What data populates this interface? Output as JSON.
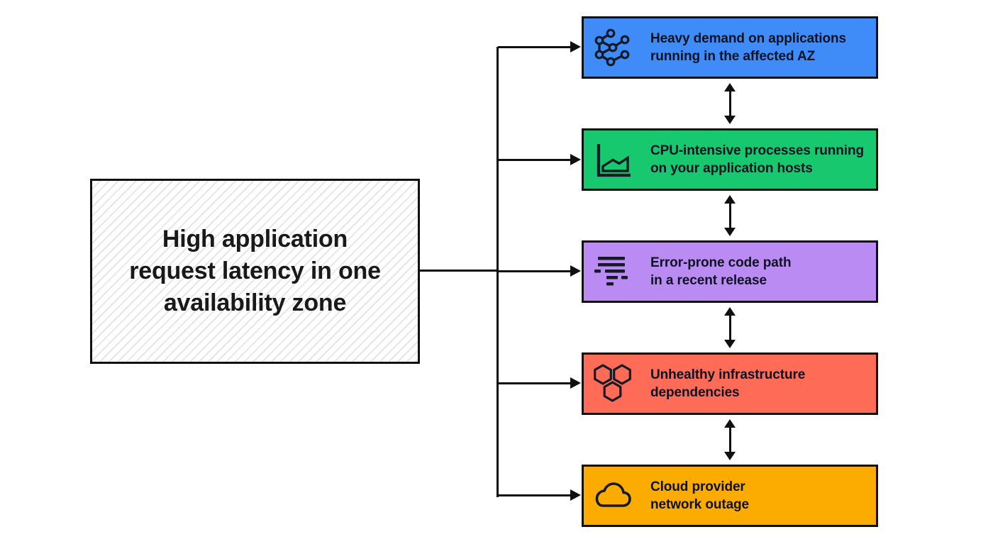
{
  "root": {
    "line1": "High application",
    "line2": "request latency in one",
    "line3": "availability zone"
  },
  "causes": [
    {
      "icon": "network-graph-icon",
      "color": "#3f8cf8",
      "line1": "Heavy demand on applications",
      "line2": "running in the affected AZ"
    },
    {
      "icon": "area-chart-icon",
      "color": "#17c86f",
      "line1": "CPU-intensive processes running",
      "line2": "on your application hosts"
    },
    {
      "icon": "log-lines-icon",
      "color": "#bb8bf4",
      "line1": "Error-prone code path",
      "line2": "in a recent release"
    },
    {
      "icon": "hexagons-icon",
      "color": "#fe6b57",
      "line1": "Unhealthy infrastructure",
      "line2": "dependencies"
    },
    {
      "icon": "cloud-icon",
      "color": "#fcab01",
      "line1": "Cloud provider",
      "line2": "network outage"
    }
  ],
  "relations": {
    "root_to_causes": "arrow-fan-out",
    "between_adjacent_causes": "bidirectional-arrow"
  },
  "colors": {
    "background": "#ffffff",
    "line": "#101010",
    "box_border": "#101010",
    "box_text": "#0d1322",
    "root_text": "#191919",
    "icon": "#141a26",
    "hatch": "#e6e6e6"
  }
}
